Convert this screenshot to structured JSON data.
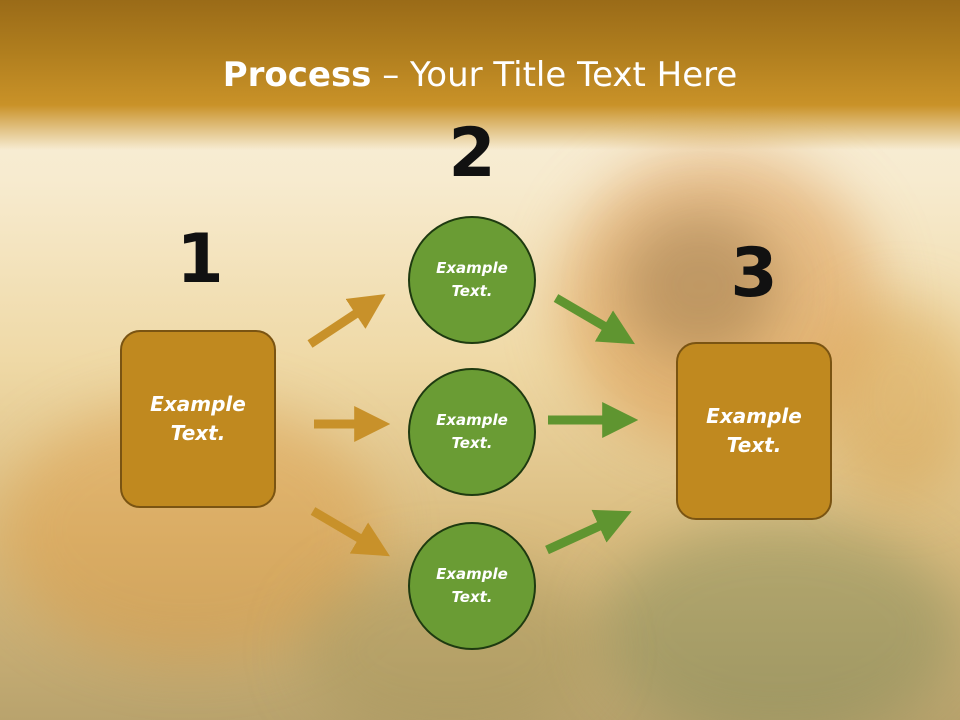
{
  "title": {
    "bold": "Process",
    "rest": " – Your Title Text Here"
  },
  "steps": {
    "one": "1",
    "two": "2",
    "three": "3"
  },
  "left_box": {
    "line1": "Example",
    "line2": "Text."
  },
  "circles": [
    {
      "line1": "Example",
      "line2": "Text."
    },
    {
      "line1": "Example",
      "line2": "Text."
    },
    {
      "line1": "Example",
      "line2": "Text."
    }
  ],
  "right_box": {
    "line1": "Example",
    "line2": "Text."
  },
  "colors": {
    "box_fill": "#c0891f",
    "circle_fill": "#6a9c34",
    "arrow_gold": "#c8912a",
    "arrow_green": "#5f9530",
    "title_bar": "#b07e1e"
  }
}
